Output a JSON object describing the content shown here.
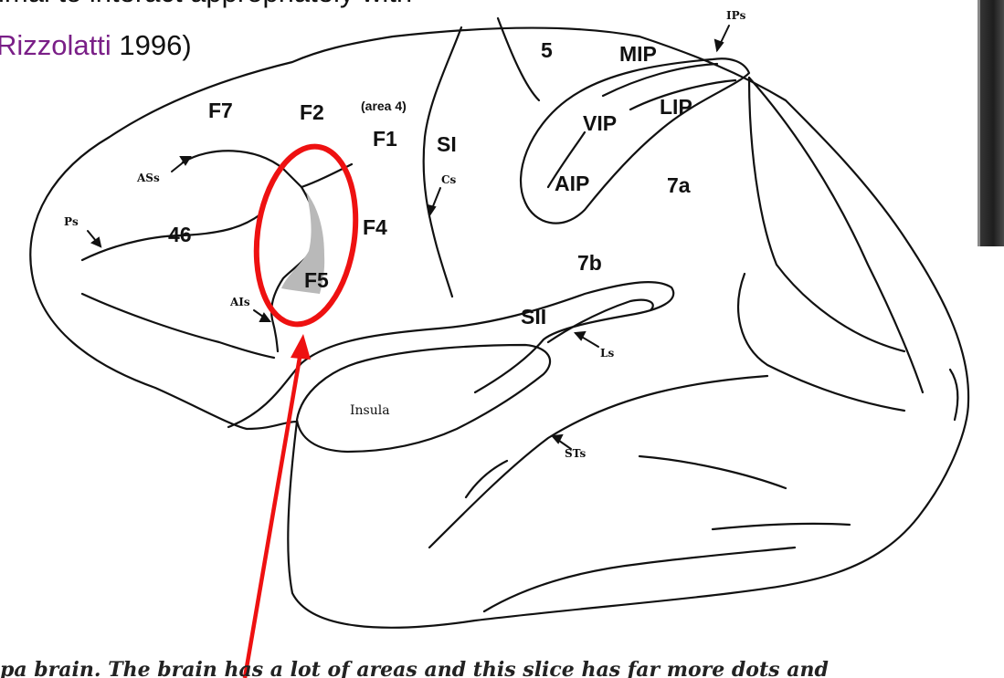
{
  "slide": {
    "line1": "imal to interact appropriately with",
    "citation_author": "Rizzolatti",
    "citation_year": "1996)"
  },
  "figure": {
    "region_labels": {
      "F7": "F7",
      "F2": "F2",
      "area4": "(area 4)",
      "F1": "F1",
      "SI": "SI",
      "F4": "F4",
      "F5": "F5",
      "n46": "46",
      "n5": "5",
      "MIP": "MIP",
      "LIP": "LIP",
      "VIP": "VIP",
      "AIP": "AIP",
      "n7a": "7a",
      "n7b": "7b",
      "SII": "SII",
      "Insula": "Insula"
    },
    "sulcus_labels": {
      "ASs": "ASs",
      "Ps": "Ps",
      "AIs": "AIs",
      "Cs": "Cs",
      "IPs": "IPs",
      "Ls": "Ls",
      "STs": "STs"
    },
    "caption": "pa brain. The brain has a lot of areas and this slice has far more dots and"
  },
  "annotation": {
    "color": "#ee1111"
  }
}
